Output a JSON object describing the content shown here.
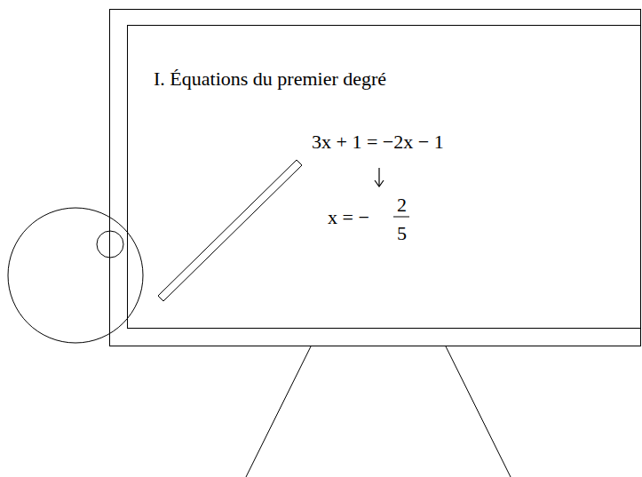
{
  "diagram": {
    "title": "I. Équations du premier degré",
    "labels": [
      "3x + 1 = −2x − 1",
      "x = −",
      "2",
      "5"
    ]
  }
}
